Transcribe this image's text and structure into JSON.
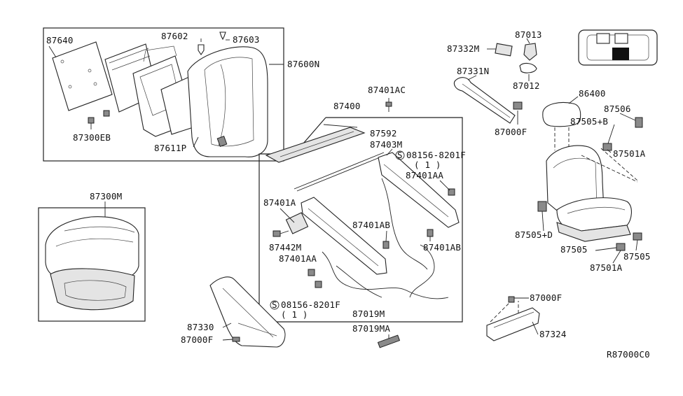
{
  "diagram_code": "R87000C0",
  "labels": {
    "p87640": "87640",
    "p87602": "87602",
    "p87603": "87603",
    "p87600N": "87600N",
    "p87300EB": "87300EB",
    "p87611P": "87611P",
    "p87401AC": "87401AC",
    "p87400": "87400",
    "p87592": "87592",
    "p87403M": "87403M",
    "s08156_top": "08156-8201F",
    "s08156_top_qty": "( 1 )",
    "p87401AA_top": "87401AA",
    "p87401A": "87401A",
    "p87401AB_mid": "87401AB",
    "p87442M": "87442M",
    "p87401AA_left": "87401AA",
    "p87401AB_right": "87401AB",
    "s08156_bot": "08156-8201F",
    "s08156_bot_qty": "( 1 )",
    "p87019M": "87019M",
    "p87019MA": "87019MA",
    "p87300M": "87300M",
    "p87330": "87330",
    "p87000F_left": "87000F",
    "p87332M": "87332M",
    "p87013": "87013",
    "p87012": "87012",
    "p87331N": "87331N",
    "p87000F_mid": "87000F",
    "p86400": "86400",
    "p87506": "87506",
    "p87505B": "87505+B",
    "p87501A_top": "87501A",
    "p87505D": "87505+D",
    "p87505_left": "87505",
    "p87505_right": "87505",
    "p87501A_bot": "87501A",
    "p87000F_right": "87000F",
    "p87324": "87324"
  },
  "screw_symbol": "S",
  "vehicle_icon": "car-seat-location-icon"
}
